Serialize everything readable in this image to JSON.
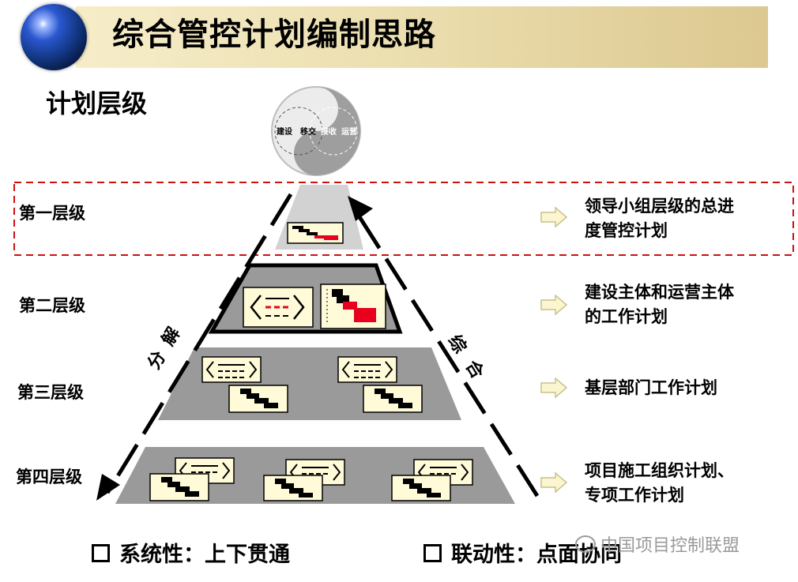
{
  "header": {
    "title": "综合管控计划编制思路",
    "subtitle": "计划层级"
  },
  "venn": {
    "labels": [
      "建设",
      "移交",
      "接收",
      "运营"
    ]
  },
  "levels": [
    {
      "label": "第一层级",
      "desc": [
        "领导小组层级的总进",
        "度管控计划"
      ]
    },
    {
      "label": "第二层级",
      "desc": [
        "建设主体和运营主体",
        "的工作计划"
      ]
    },
    {
      "label": "第三层级",
      "desc": [
        "基层部门工作计划"
      ]
    },
    {
      "label": "第四层级",
      "desc": [
        "项目施工组织计划、",
        "专项工作计划"
      ]
    }
  ],
  "arrows": {
    "decompose": [
      "分",
      "解"
    ],
    "integrate": [
      "综",
      "合"
    ]
  },
  "footer": {
    "item1": "系统性：上下贯通",
    "item2": "联动性：点面协同"
  },
  "watermark": "中国项目控制联盟",
  "colors": {
    "tier_top": "#d2d2d2",
    "tier_gray": "#9a9a9a",
    "doc_fill": "#fffbd8",
    "bar_red": "#e8001e",
    "dashed_box": "#cc1111"
  }
}
